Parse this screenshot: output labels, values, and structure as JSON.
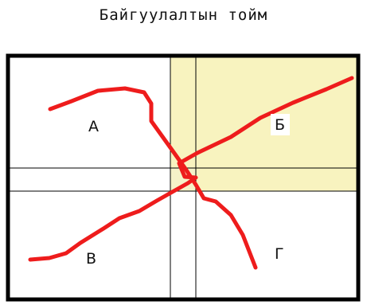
{
  "title": "Байгуулалтын тойм",
  "zones": {
    "a": "А",
    "b": "Б",
    "v": "В",
    "g": "Г"
  },
  "colors": {
    "highlight_zone": "#f8f3bf",
    "route": "#ee1c1c",
    "frame": "#000000",
    "grid": "#000000"
  }
}
